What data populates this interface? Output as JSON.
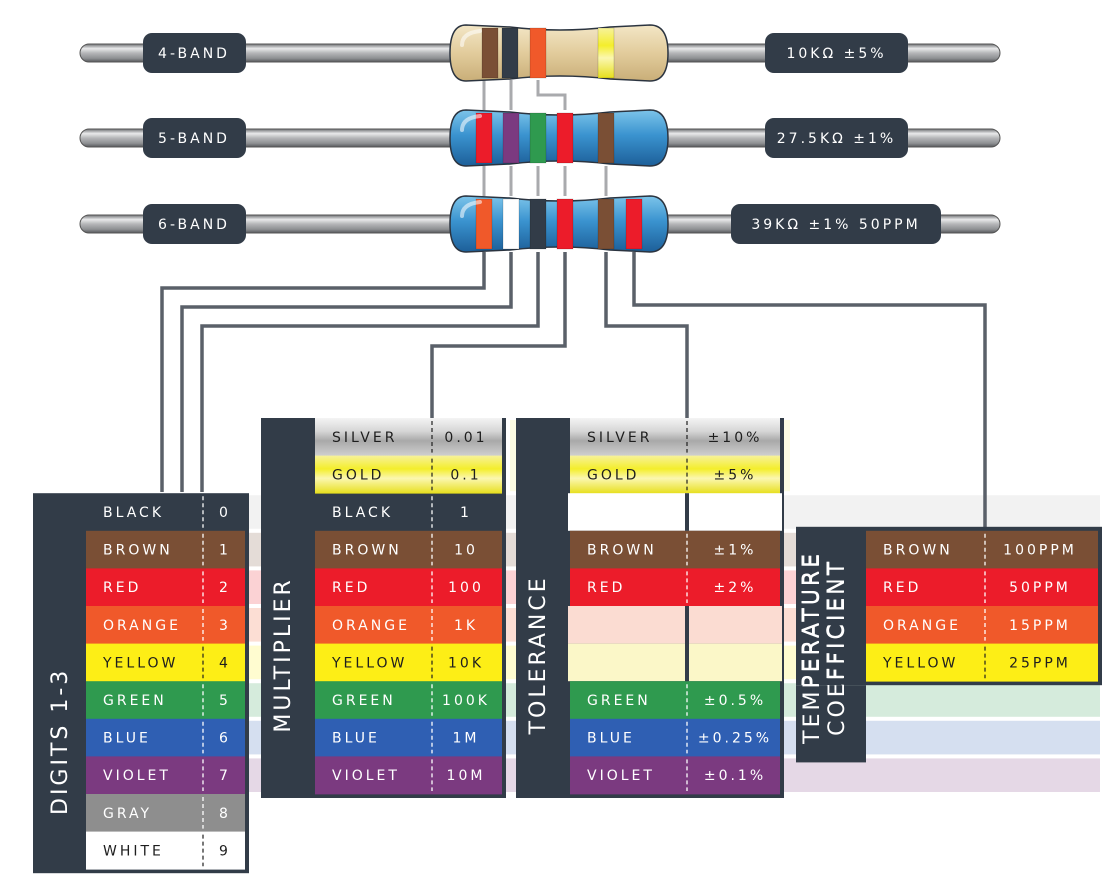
{
  "colors": {
    "dark": "#323c48",
    "lead": "#a8a9ab",
    "connector_light": "#a9aaad",
    "black": "#323c48",
    "brown": "#7a4f35",
    "red": "#ec1c2a",
    "orange": "#f0592a",
    "yellow": "#fdee16",
    "green": "#2f9a4f",
    "blue": "#2f5fb3",
    "violet": "#7b3a80",
    "gray": "#8e8e8e",
    "white": "#ffffff",
    "silver": "#c9c9c9",
    "gold": "#f2ec3c",
    "beige_body": "#e6d2a6",
    "blue_body": "#3a8bc4"
  },
  "resistors": [
    {
      "name": "4-band",
      "label": "4-BAND",
      "value_label": "10KΩ  ±5%",
      "body": "beige",
      "bands": [
        "brown",
        "black",
        "orange",
        "gold"
      ]
    },
    {
      "name": "5-band",
      "label": "5-BAND",
      "value_label": "27.5KΩ  ±1%",
      "body": "blue",
      "bands": [
        "red",
        "violet",
        "green",
        "red",
        "brown"
      ]
    },
    {
      "name": "6-band",
      "label": "6-BAND",
      "value_label": "39KΩ  ±1%  50PPM",
      "body": "blue",
      "bands": [
        "orange",
        "white",
        "black",
        "red",
        "brown",
        "red"
      ]
    }
  ],
  "tables": {
    "digits": {
      "title": "DIGITS 1-3",
      "rows": [
        {
          "color": "black",
          "name": "BLACK",
          "value": "0"
        },
        {
          "color": "brown",
          "name": "BROWN",
          "value": "1"
        },
        {
          "color": "red",
          "name": "RED",
          "value": "2"
        },
        {
          "color": "orange",
          "name": "ORANGE",
          "value": "3"
        },
        {
          "color": "yellow",
          "name": "YELLOW",
          "value": "4"
        },
        {
          "color": "green",
          "name": "GREEN",
          "value": "5"
        },
        {
          "color": "blue",
          "name": "BLUE",
          "value": "6"
        },
        {
          "color": "violet",
          "name": "VIOLET",
          "value": "7"
        },
        {
          "color": "gray",
          "name": "GRAY",
          "value": "8"
        },
        {
          "color": "white",
          "name": "WHITE",
          "value": "9"
        }
      ]
    },
    "multiplier": {
      "title": "MULTIPLIER",
      "rows": [
        {
          "color": "silver",
          "name": "SILVER",
          "value": "0.01"
        },
        {
          "color": "gold",
          "name": "GOLD",
          "value": "0.1"
        },
        {
          "color": "black",
          "name": "BLACK",
          "value": "1"
        },
        {
          "color": "brown",
          "name": "BROWN",
          "value": "10"
        },
        {
          "color": "red",
          "name": "RED",
          "value": "100"
        },
        {
          "color": "orange",
          "name": "ORANGE",
          "value": "1K"
        },
        {
          "color": "yellow",
          "name": "YELLOW",
          "value": "10K"
        },
        {
          "color": "green",
          "name": "GREEN",
          "value": "100K"
        },
        {
          "color": "blue",
          "name": "BLUE",
          "value": "1M"
        },
        {
          "color": "violet",
          "name": "VIOLET",
          "value": "10M"
        }
      ]
    },
    "tolerance": {
      "title": "TOLERANCE",
      "rows": [
        {
          "color": "silver",
          "name": "SILVER",
          "value": "±10%"
        },
        {
          "color": "gold",
          "name": "GOLD",
          "value": "±5%"
        },
        null,
        {
          "color": "brown",
          "name": "BROWN",
          "value": "±1%"
        },
        {
          "color": "red",
          "name": "RED",
          "value": "±2%"
        },
        null,
        null,
        {
          "color": "green",
          "name": "GREEN",
          "value": "±0.5%"
        },
        {
          "color": "blue",
          "name": "BLUE",
          "value": "±0.25%"
        },
        {
          "color": "violet",
          "name": "VIOLET",
          "value": "±0.1%"
        }
      ]
    },
    "temperature": {
      "title_line1": "TEMPERATURE",
      "title_line2": "COEFFICIENT",
      "rows": [
        {
          "color": "brown",
          "name": "BROWN",
          "value": "100PPM"
        },
        {
          "color": "red",
          "name": "RED",
          "value": "50PPM"
        },
        {
          "color": "orange",
          "name": "ORANGE",
          "value": "15PPM"
        },
        {
          "color": "yellow",
          "name": "YELLOW",
          "value": "25PPM"
        }
      ]
    }
  }
}
